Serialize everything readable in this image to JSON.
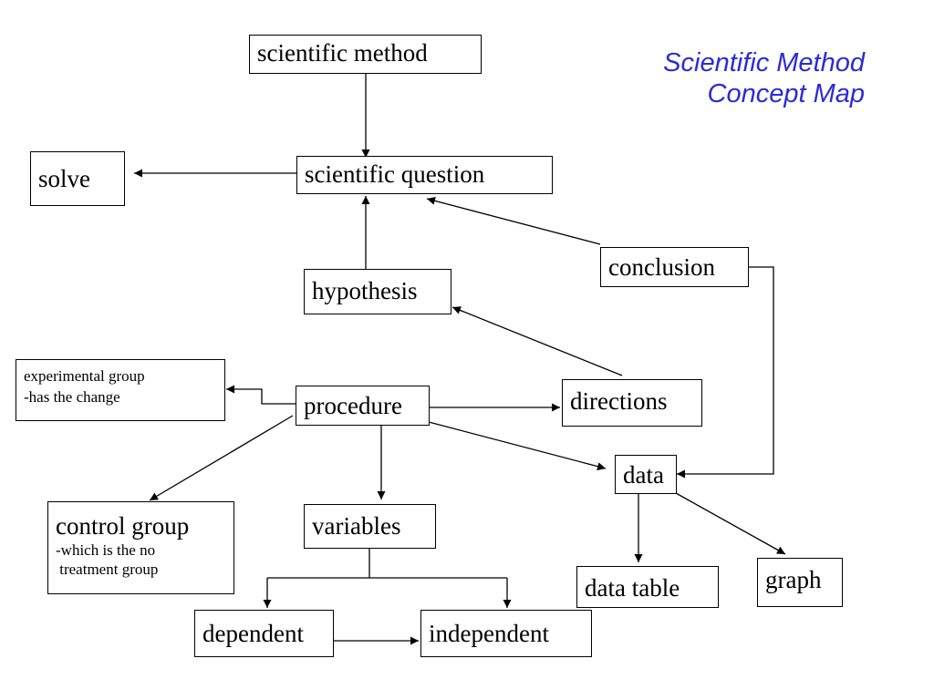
{
  "title": {
    "line1": "Scientific Method",
    "line2": "Concept Map",
    "color": "#2b2bd6"
  },
  "nodes": {
    "scientific_method": "scientific method",
    "scientific_question": "scientific question",
    "solve": "solve",
    "hypothesis": "hypothesis",
    "conclusion": "conclusion",
    "experimental_group": {
      "line1": "experimental group",
      "line2": "-has the change"
    },
    "procedure": "procedure",
    "directions": "directions",
    "data": "data",
    "control_group": {
      "main": "control group",
      "sub1": "-which is the no",
      "sub2": " treatment group"
    },
    "variables": "variables",
    "dependent": "dependent",
    "independent": "independent",
    "data_table": "data table",
    "graph": "graph"
  }
}
